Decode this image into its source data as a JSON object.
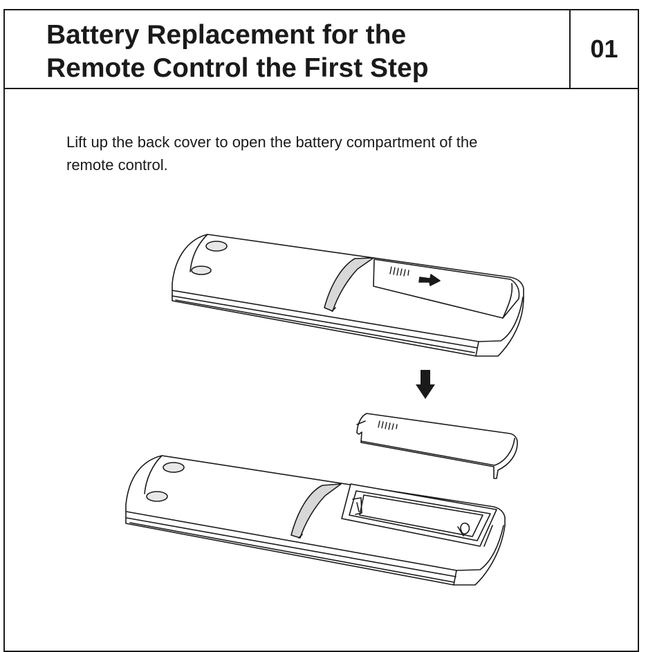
{
  "page": {
    "title_line1": "Battery Replacement for the",
    "title_line2": "Remote Control the First Step",
    "step_number": "01",
    "instruction": "Lift up the back cover to open the battery compartment of the remote control."
  },
  "illustration": {
    "stroke_color": "#1a1a1a",
    "icons": [
      "remote-closed-icon",
      "slide-arrow-icon",
      "down-arrow-icon",
      "battery-cover-icon",
      "remote-open-icon"
    ]
  }
}
